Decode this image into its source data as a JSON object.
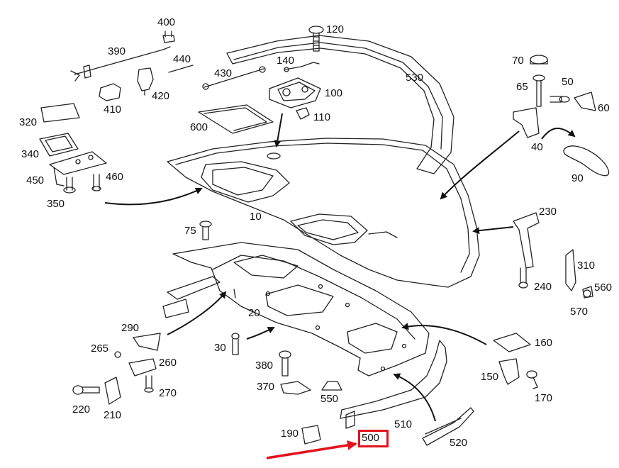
{
  "diagram": {
    "labels": {
      "l10": "10",
      "l20": "20",
      "l30": "30",
      "l40": "40",
      "l50": "50",
      "l60": "60",
      "l65": "65",
      "l70": "70",
      "l75": "75",
      "l90": "90",
      "l100": "100",
      "l110": "110",
      "l120": "120",
      "l140": "140",
      "l150": "150",
      "l160": "160",
      "l170": "170",
      "l190": "190",
      "l210": "210",
      "l220": "220",
      "l230": "230",
      "l240": "240",
      "l260": "260",
      "l265": "265",
      "l270": "270",
      "l290": "290",
      "l310": "310",
      "l320": "320",
      "l340": "340",
      "l350": "350",
      "l370": "370",
      "l380": "380",
      "l390": "390",
      "l400": "400",
      "l410": "410",
      "l420": "420",
      "l430": "430",
      "l440": "440",
      "l450": "450",
      "l460": "460",
      "l500": "500",
      "l510": "510",
      "l520": "520",
      "l530": "530",
      "l550": "550",
      "l560": "560",
      "l570": "570",
      "l600": "600"
    },
    "highlight_color": "#e3121b",
    "line_color": "#222222"
  }
}
